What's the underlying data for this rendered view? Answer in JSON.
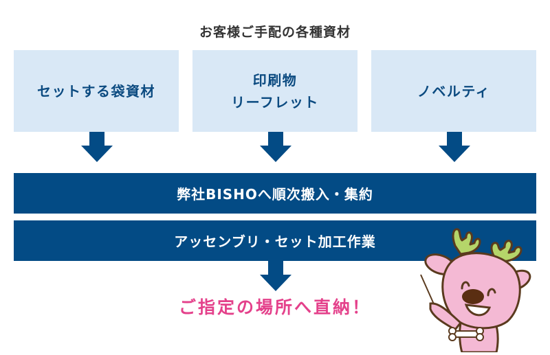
{
  "title": "お客様ご手配の各種資材",
  "sources": [
    {
      "label": "セットする袋資材"
    },
    {
      "label": "印刷物\nリーフレット"
    },
    {
      "label": "ノベルティ"
    }
  ],
  "steps": [
    {
      "label": "弊社BISHOへ順次搬入・集約"
    },
    {
      "label": "アッセンブリ・セット加工作業"
    }
  ],
  "result": "ご指定の場所へ直納！",
  "colors": {
    "source_box_bg": "#d9e8f6",
    "source_text": "#0b4a80",
    "bar_bg": "#034b85",
    "arrow": "#034b85",
    "result_text": "#e4418b",
    "title_text": "#333333"
  },
  "mascot": {
    "description": "pink deer mascot with green antlers holding a pointer stick"
  }
}
